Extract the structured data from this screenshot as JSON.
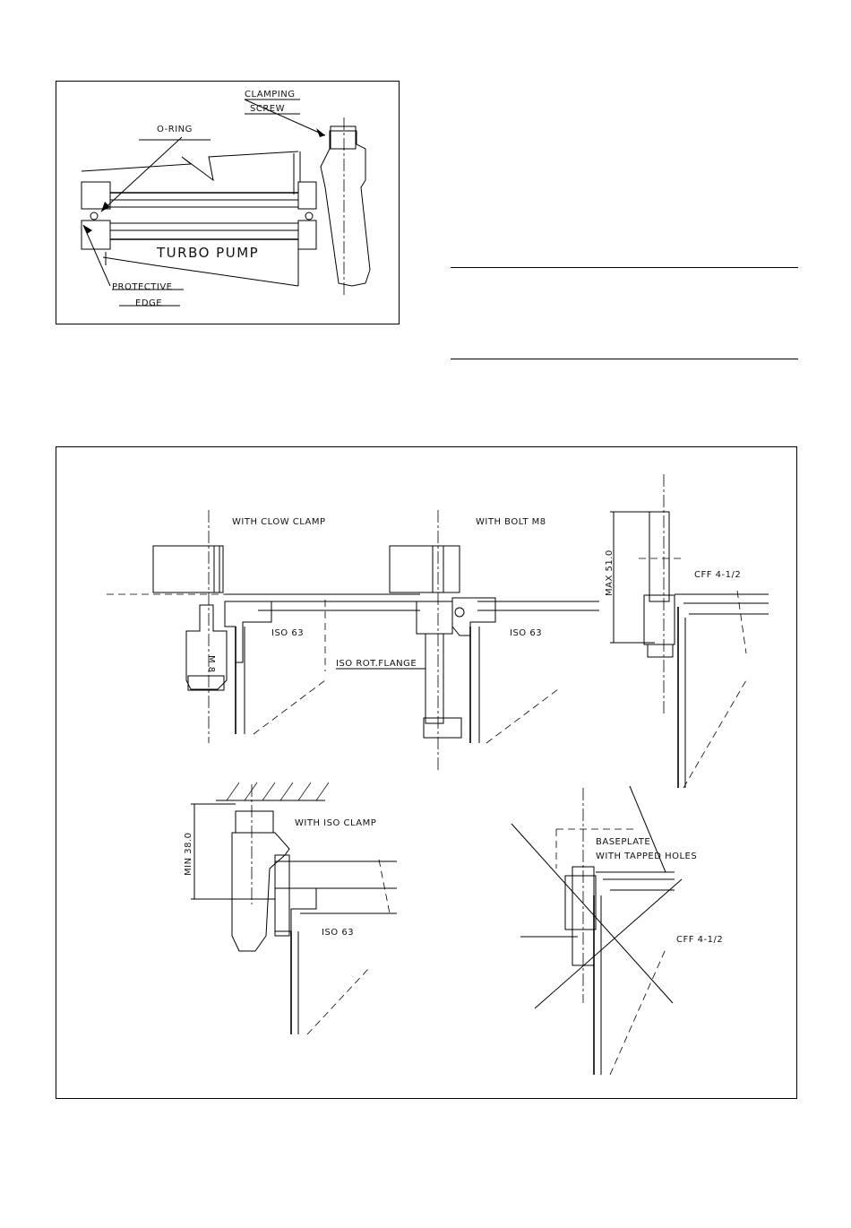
{
  "figure_top": {
    "labels": {
      "clamping_screw_line1": "CLAMPING",
      "clamping_screw_line2": "SCREW",
      "o_ring": "O-RING",
      "turbo_pump": "TURBO PUMP",
      "protective_edge_line1": "PROTECTIVE",
      "protective_edge_line2": "EDGE"
    }
  },
  "figure_bottom": {
    "labels": {
      "with_claw_clamp": "WITH CLOW CLAMP",
      "m8_claw": "M 8",
      "iso63_a": "ISO 63",
      "iso_rot_flange": "ISO ROT.FLANGE",
      "with_bolt_m8": "WITH BOLT M8",
      "iso63_b": "ISO 63",
      "max_51": "MAX 51.0",
      "cff_a": "CFF 4-1/2",
      "with_iso_clamp": "WITH ISO CLAMP",
      "min_38": "MIN 38.0",
      "iso63_c": "ISO 63",
      "baseplate_line1": "BASEPLATE",
      "baseplate_line2": "WITH TAPPED HOLES",
      "cff_b": "CFF 4-1/2"
    }
  }
}
